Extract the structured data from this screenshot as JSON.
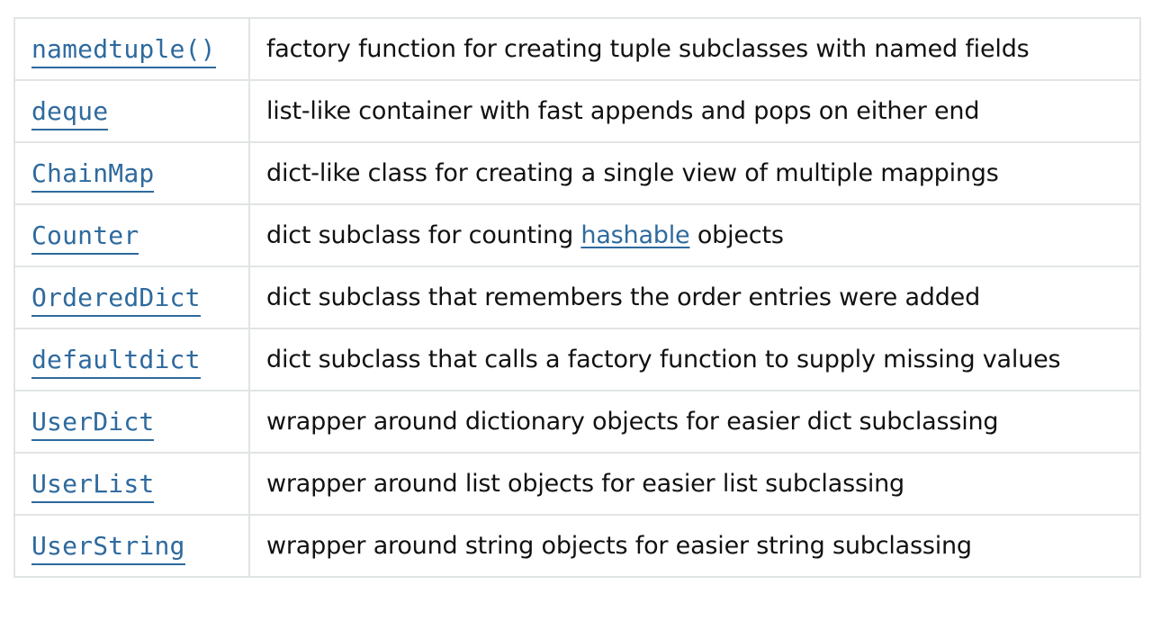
{
  "rows": [
    {
      "name": "namedtuple()",
      "desc": "factory function for creating tuple subclasses with named fields"
    },
    {
      "name": "deque",
      "desc": "list-like container with fast appends and pops on either end"
    },
    {
      "name": "ChainMap",
      "desc": "dict-like class for creating a single view of multiple mappings"
    },
    {
      "name": "Counter",
      "desc_before": "dict subclass for counting ",
      "desc_link": "hashable",
      "desc_after": " objects"
    },
    {
      "name": "OrderedDict",
      "desc": "dict subclass that remembers the order entries were added"
    },
    {
      "name": "defaultdict",
      "desc": "dict subclass that calls a factory function to supply missing values"
    },
    {
      "name": "UserDict",
      "desc": "wrapper around dictionary objects for easier dict subclassing"
    },
    {
      "name": "UserList",
      "desc": "wrapper around list objects for easier list subclassing"
    },
    {
      "name": "UserString",
      "desc": "wrapper around string objects for easier string subclassing"
    }
  ],
  "colors": {
    "link": "#2e6a9e",
    "text": "#111111",
    "border": "#e1e4e5"
  }
}
